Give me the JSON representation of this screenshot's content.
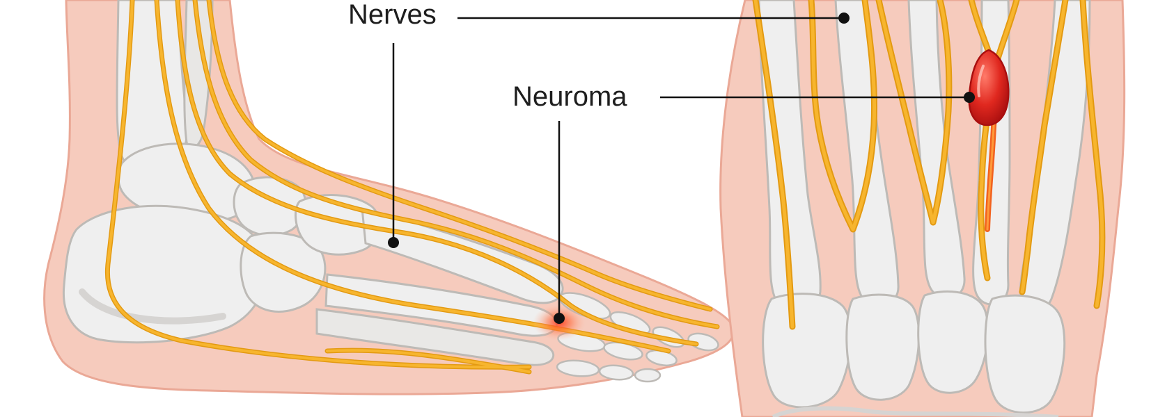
{
  "labels": {
    "nerves": "Nerves",
    "neuroma": "Neuroma"
  },
  "icons": {
    "side_view": "foot-side-view-illustration",
    "top_view": "foot-top-view-illustration"
  },
  "colors": {
    "background": "#ffffff",
    "skin": "#f6cbbd",
    "skin_outline": "#eaa896",
    "bone": "#efefef",
    "bone_shadow": "#d6d4d2",
    "bone_outline": "#bdbab6",
    "nerve": "#f7b52e",
    "nerve_outline": "#e39a12",
    "neuroma": "#d71e1e",
    "neuroma_highlight": "#ff6a5a",
    "leader": "#111111"
  }
}
